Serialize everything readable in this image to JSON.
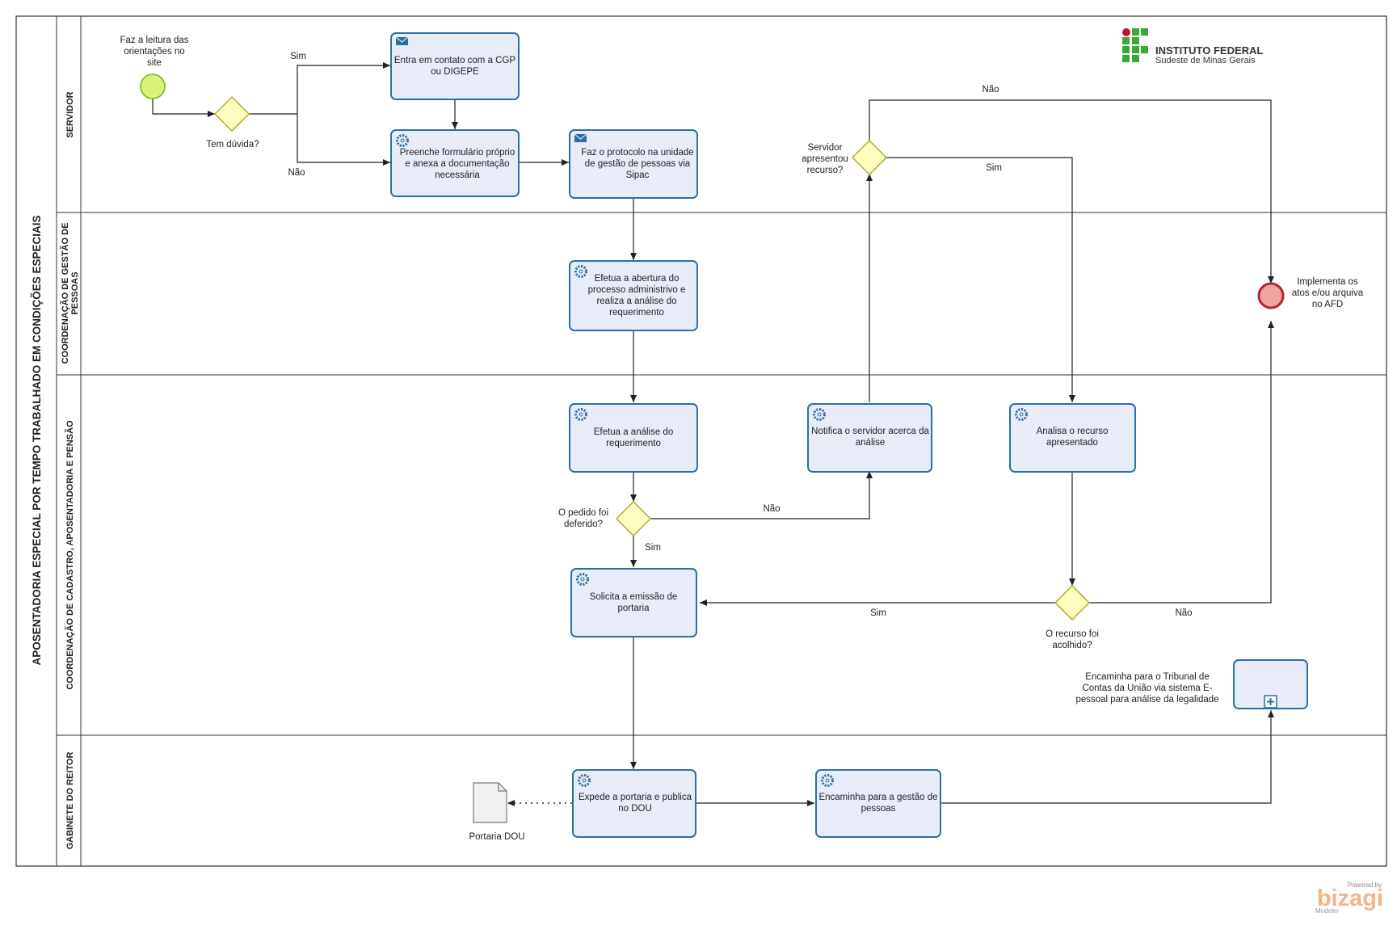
{
  "pool": {
    "title": "APOSENTADORIA ESPECIAL POR TEMPO TRABALHADO EM CONDIÇÕES ESPECIAIS"
  },
  "lanes": {
    "servidor": "SERVIDOR",
    "cgp_line1": "COORDENAÇÃO DE GESTÃO DE",
    "cgp_line2": "PESSOAS",
    "ccap": "COORDENAÇÃO DE CADASTRO, APOSENTADORIA E PENSÃO",
    "gabinete": "GABINETE DO REITOR"
  },
  "logo": {
    "name": "INSTITUTO FEDERAL",
    "sub": "Sudeste de Minas Gerais",
    "color_green": "#3aa935",
    "color_red": "#c8102e"
  },
  "events": {
    "start": [
      "Faz a leitura das",
      "orientações no",
      "site"
    ],
    "end": [
      "Implementa os",
      "atos e/ou arquiva",
      "no AFD"
    ]
  },
  "tasks": {
    "t1": [
      "Entra em contato com a CGP",
      "ou DIGEPE"
    ],
    "t2": [
      "Preenche formulário próprio",
      "e anexa a documentação",
      "necessária"
    ],
    "t3": [
      "Faz o protocolo na unidade",
      "de gestão de pessoas via",
      "Sipac"
    ],
    "t4": [
      "Efetua a abertura do",
      "processo administrivo e",
      "realiza a análise do",
      "requerimento"
    ],
    "t5": [
      "Efetua a análise  do",
      "requerimento"
    ],
    "t6": [
      "Notifica o servidor acerca da",
      "análise"
    ],
    "t7": [
      "Analisa o recurso",
      "apresentado"
    ],
    "t8": [
      "Solicita a emissão de",
      "portaria"
    ],
    "t9": [
      "Expede a portaria e publica",
      "no DOU"
    ],
    "t10": [
      "Encaminha para a gestão de",
      "pessoas"
    ],
    "sub": [
      "Encaminha para o Tribunal de",
      "Contas da União via sistema E-",
      "pessoal para análise da legalidade"
    ]
  },
  "gateways": {
    "g1": [
      "Tem dúvida?"
    ],
    "g2": [
      "Servidor",
      "apresentou",
      "recurso?"
    ],
    "g3": [
      "O pedido foi",
      "deferido?"
    ],
    "g4": [
      "O recurso foi",
      "acolhido?"
    ]
  },
  "flow_labels": {
    "g1_sim": "Sim",
    "g1_nao": "Não",
    "g2_nao": "Não",
    "g2_sim": "Sim",
    "g3_nao": "Não",
    "g3_sim": "Sim",
    "g4_sim": "Sim",
    "g4_nao": "Não"
  },
  "artifact": {
    "label": "Portaria DOU"
  },
  "watermark": {
    "powered": "Powered by",
    "brand": "bizagi",
    "product": "Modeler"
  }
}
